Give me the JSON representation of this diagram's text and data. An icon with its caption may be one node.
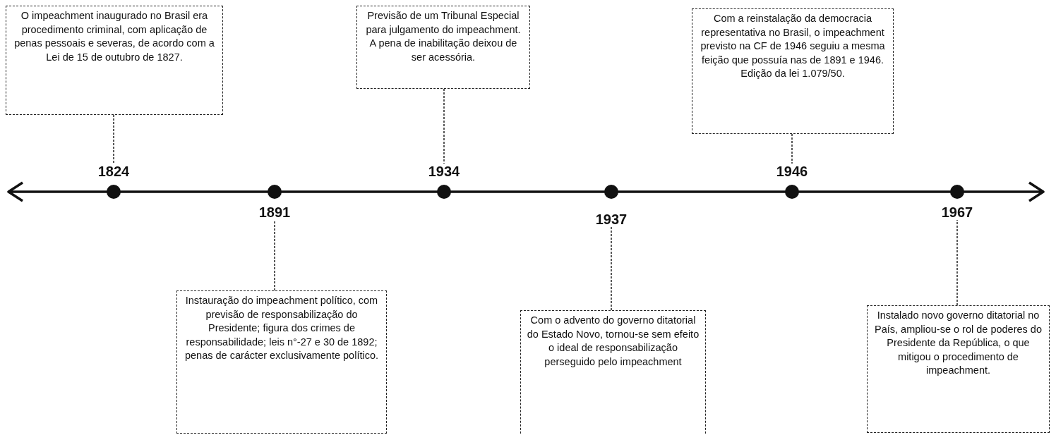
{
  "diagram": {
    "nodes": [
      {
        "text": [
          "O impeachment  inaugurado no Brasil era procedimento criminal,  com aplicação de penas pessoais e severas, de acordo com a Lei de 15 de outubro de 1827."
        ]
      },
      {
        "text": [
          "Instauração do impeachment político,  com previsão de responsabilização do Presidente;  figura dos crimes de responsabilidade;  leis n°-27 e 30 de 1892; penas de carácter exclusivamente político."
        ]
      },
      {
        "text": [
          "Previsão de um Tribunal Especial para julgamento do impeachment.  A pena de inabilitação  deixou de ser acessória."
        ]
      },
      {
        "text": [
          "Com  o advento do governo ditatorial do Estado Novo, tornou-se sem efeito o ideal de responsabilização perseguido pelo impeachment"
        ]
      },
      {
        "text": [
          "Com  a reinstalação da democracia representativa no Brasil, o impeachment previsto na CF de 1946 seguiu a mesma  feição que possuía nas de 1891 e 1946. Edição da lei 1.079/50."
        ]
      },
      {
        "text": [
          "Instalado  novo governo ditatorial no País,  ampliou-se o rol de poderes do Presidente  da República, o que mitigou  o procedimento de impeachment."
        ]
      },
      {
        "text": [],
        "shape": "circle",
        "beside": [
          "1824"
        ]
      },
      {
        "text": [],
        "shape": "circle",
        "beside": [
          "1891"
        ]
      },
      {
        "text": [],
        "shape": "circle",
        "beside": [
          "1934"
        ]
      },
      {
        "text": [],
        "shape": "circle",
        "beside": [
          "1937"
        ]
      },
      {
        "text": [],
        "shape": "circle",
        "beside": [
          "1946"
        ]
      },
      {
        "text": [],
        "shape": "circle",
        "beside": [
          "1967"
        ]
      }
    ],
    "edges": [
      {
        "from": 0,
        "to": 6,
        "arrow": "none",
        "style": "dashed"
      },
      {
        "from": 1,
        "to": 7,
        "arrow": "none",
        "style": "dashed"
      },
      {
        "from": 2,
        "to": 8,
        "arrow": "none",
        "style": "dashed"
      },
      {
        "from": 3,
        "to": 9,
        "arrow": "none",
        "style": "dashed"
      },
      {
        "from": 4,
        "to": 10,
        "arrow": "none",
        "style": "dashed"
      },
      {
        "from": 5,
        "to": 11,
        "arrow": "none",
        "style": "dashed"
      }
    ]
  }
}
